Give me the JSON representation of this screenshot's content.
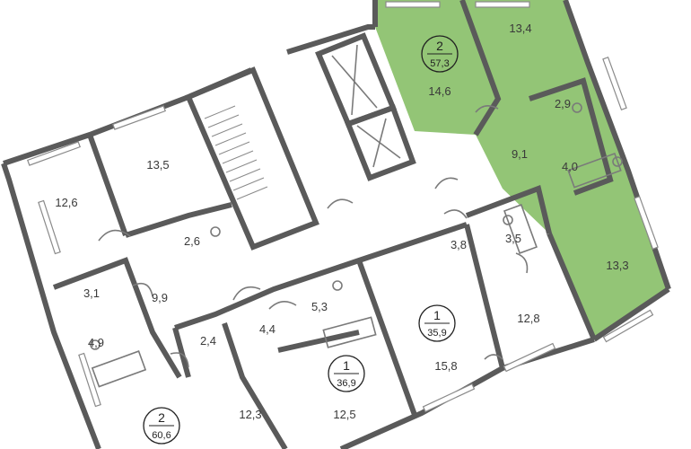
{
  "plan": {
    "highlight_color": "#8dc26f",
    "wall_color": "#5a5a5a",
    "apartments": [
      {
        "id": "apt-a",
        "rooms": "2",
        "area": "57,3"
      },
      {
        "id": "apt-b",
        "rooms": "1",
        "area": "35,9"
      },
      {
        "id": "apt-c",
        "rooms": "1",
        "area": "36,9"
      },
      {
        "id": "apt-d",
        "rooms": "2",
        "area": "60,6"
      }
    ],
    "rooms": [
      {
        "id": "r1",
        "label": "13,4"
      },
      {
        "id": "r2",
        "label": "14,6"
      },
      {
        "id": "r3",
        "label": "2,9"
      },
      {
        "id": "r4",
        "label": "9,1"
      },
      {
        "id": "r5",
        "label": "4,0"
      },
      {
        "id": "r6",
        "label": "13,3"
      },
      {
        "id": "r7",
        "label": "13,5"
      },
      {
        "id": "r8",
        "label": "12,6"
      },
      {
        "id": "r9",
        "label": "2,6"
      },
      {
        "id": "r10",
        "label": "9,9"
      },
      {
        "id": "r11",
        "label": "3,1"
      },
      {
        "id": "r12",
        "label": "4,9"
      },
      {
        "id": "r13",
        "label": "3,8"
      },
      {
        "id": "r14",
        "label": "3,5"
      },
      {
        "id": "r15",
        "label": "12,8"
      },
      {
        "id": "r16",
        "label": "5,3"
      },
      {
        "id": "r17",
        "label": "4,4"
      },
      {
        "id": "r18",
        "label": "2,4"
      },
      {
        "id": "r19",
        "label": "15,8"
      },
      {
        "id": "r20",
        "label": "12,5"
      },
      {
        "id": "r21",
        "label": "12,3"
      }
    ]
  }
}
